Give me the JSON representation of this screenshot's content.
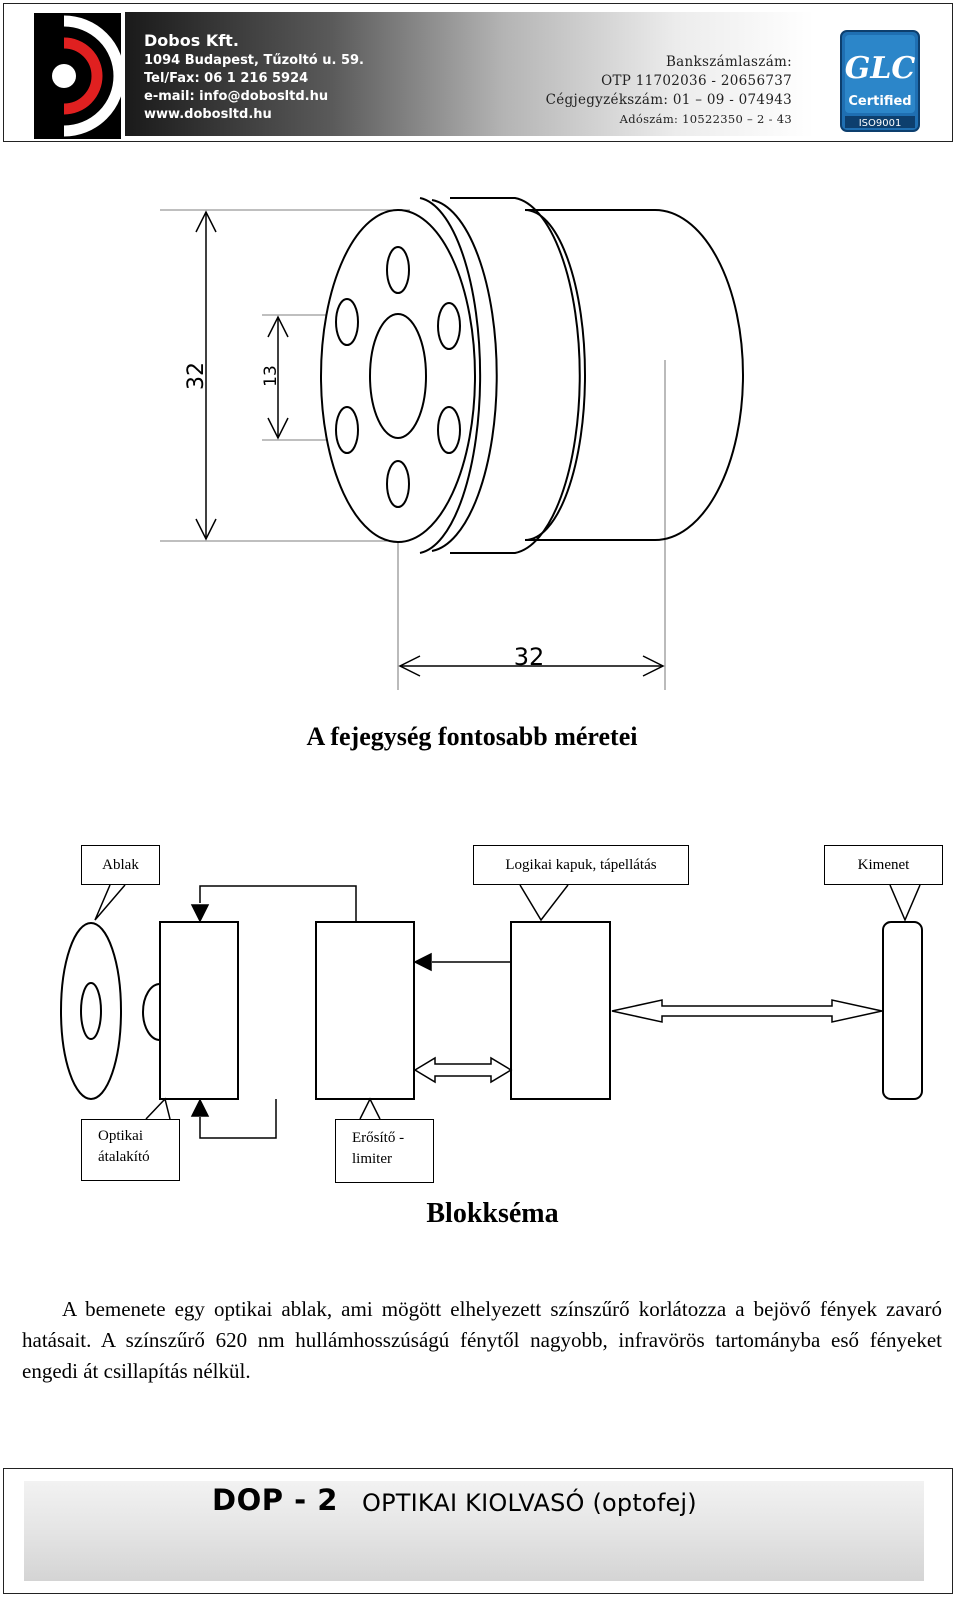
{
  "header": {
    "company_name": "Dobos Kft.",
    "address": "1094 Budapest, Tűzoltó u. 59.",
    "telfax": "Tel/Fax: 06 1 216 5924",
    "email": "e-mail: info@dobosltd.hu",
    "web": "www.dobosltd.hu",
    "bank_label": "Bankszámlaszám:",
    "bank_account": "OTP 11702036 - 20656737",
    "company_reg": "Cégjegyzékszám: 01 – 09 - 074943",
    "tax_number": "Adószám: 10522350 – 2 - 43",
    "cert_text": "GLC",
    "cert_sub": "Certified",
    "cert_iso": "ISO9001"
  },
  "dimension_drawing": {
    "dim_height": "32",
    "dim_inner": "13",
    "dim_width": "32",
    "title": "A fejegység fontosabb méretei"
  },
  "block_diagram": {
    "label_ablak": "Ablak",
    "label_logikai": "Logikai kapuk, tápellátás",
    "label_kimenet": "Kimenet",
    "label_optikai_line1": "Optikai",
    "label_optikai_line2": "átalakító",
    "label_erosito_line1": "Erősítő -",
    "label_erosito_line2": "limiter",
    "title": "Blokkséma"
  },
  "paragraph": "A bemenete egy optikai ablak, ami mögött elhelyezett színszűrő korlátozza a bejövő fények zavaró hatásait. A színszűrő 620 nm hullámhosszúságú fénytől nagyobb, infravörös tartományba eső fényeket engedi át csillapítás nélkül.",
  "footer": {
    "product_code": "DOP - 2",
    "product_name": "OPTIKAI KIOLVASÓ (optofej)"
  }
}
